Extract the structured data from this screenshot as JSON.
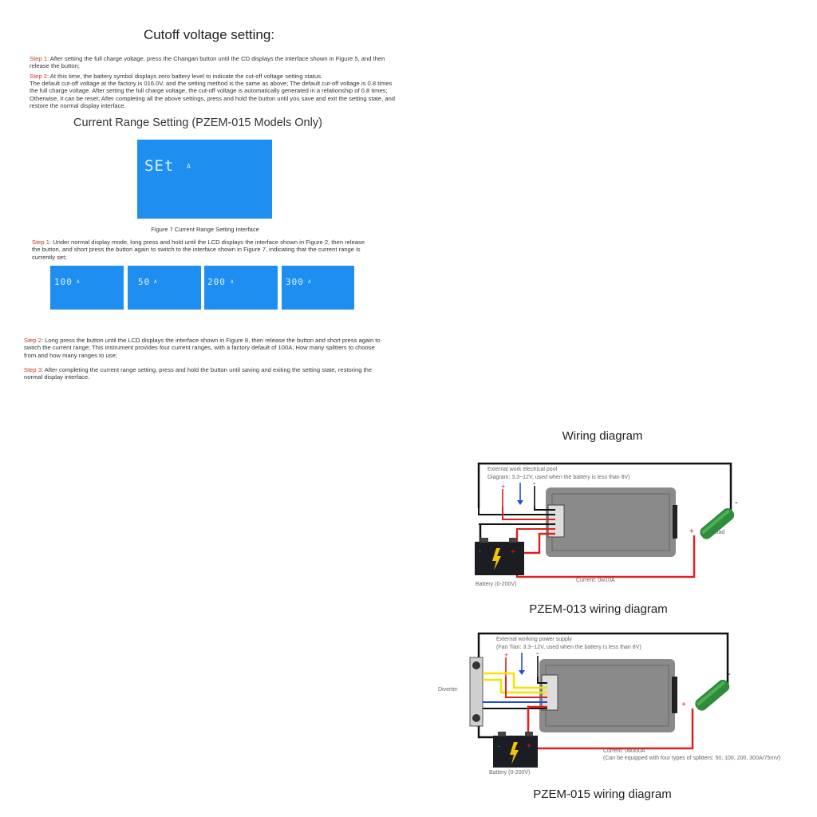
{
  "cutoff": {
    "title": "Cutoff voltage setting:",
    "step1_label": "Step 1",
    "step1_text": ": After setting the full charge voltage, press the Changan button until the CD displays the interface shown in Figure 5, and then release the button;",
    "step2_label": "Step 2",
    "step2_text": ": At this time, the battery symbol displays zero battery level to indicate the cut-off voltage setting status.",
    "step2_body": "The default cut-off voltage at the factory is 016.0V, and the setting method is the same as above; The default cut-off voltage is 0.8 times the full charge voltage. After setting the full charge voltage, the cut-off voltage is automatically generated in a relationship of 0.8 times; Otherwise, it can be reset; After completing all the above settings, press and hold the button until you save and exit the setting state, and restore the normal display interface."
  },
  "current_range": {
    "title": "Current Range Setting (PZEM-015 Models Only)",
    "lcd_main": "SEt",
    "lcd_unit": "A",
    "figure_caption": "Figure 7 Current Range Setting Interface",
    "step1_label": "Step 1",
    "step1_text": ": Under normal display mode, long press and hold until the LCD displays the interface shown in Figure 2, then release the button, and short press the button again to switch to the interface shown in Figure 7, indicating that the current range is currently set;",
    "ranges": [
      {
        "value": "100",
        "unit": "A"
      },
      {
        "value": "50",
        "unit": "A"
      },
      {
        "value": "200",
        "unit": "A"
      },
      {
        "value": "300",
        "unit": "A"
      }
    ],
    "step2_label": "Step 2",
    "step2_text": ": Long press the button until the LCD displays the interface shown in Figure 8, then release the button and short press again to switch the current range; This instrument provides four current ranges, with a factory default of 100A; How many splitters to choose from and how many ranges to use;",
    "step3_label": "Step 3",
    "step3_text": ": After completing the current range setting, press and hold the button until saving and exiting the setting state, restoring the normal display interface."
  },
  "wiring": {
    "title": "Wiring diagram",
    "pzem013": {
      "ext_line1": "External work electrical pool",
      "ext_line2": "Diagram: 3.3~12V, used when the battery is less than 8V)",
      "load_label": "load",
      "battery_label": "Battery (0-200V)",
      "current_label": "Current: 0w10A",
      "caption": "PZEM-013 wiring diagram"
    },
    "pzem015": {
      "ext_line1": "External working power supply",
      "ext_line2": "(Fan Tian: 3.3~12V, used when the battery is less than 8V)",
      "diverter_label": "Diverter",
      "battery_label": "Battery (0-200V)",
      "current_line1": "Current: 0w300A",
      "current_line2": "(Can be equipped with four types of splitters: 50, 100, 200, 300A/75mV)",
      "caption": "PZEM-015 wiring diagram"
    }
  },
  "colors": {
    "lcd_blue": "#1e8ff0",
    "wire_red": "#e0201c",
    "wire_black": "#111111",
    "wire_yellow": "#f3e300",
    "wire_blue": "#1e4fd8",
    "step_label": "#c0392b"
  }
}
